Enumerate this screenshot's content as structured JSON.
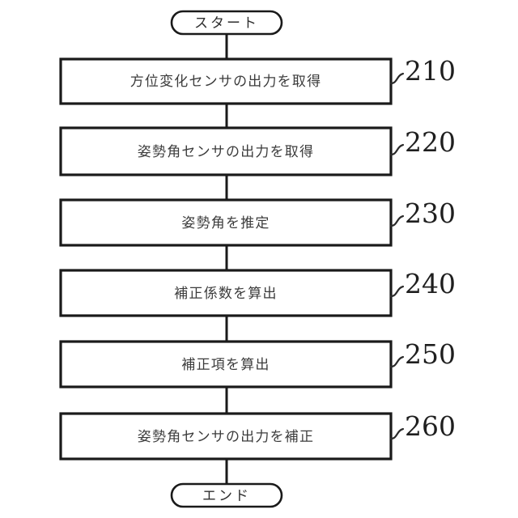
{
  "figure": {
    "type": "flowchart",
    "orientation": "vertical",
    "background_color": "#ffffff",
    "line_color": "#1a1a1a",
    "text_color": "#3c3c3c",
    "reference_number_color": "#1f1f1f"
  },
  "start_node": {
    "label": "スタート",
    "shape": "stadium"
  },
  "end_node": {
    "label": "エンド",
    "shape": "stadium"
  },
  "steps": [
    {
      "label": "方位変化センサの出力を取得",
      "ref": "210",
      "shape": "rectangle"
    },
    {
      "label": "姿勢角センサの出力を取得",
      "ref": "220",
      "shape": "rectangle"
    },
    {
      "label": "姿勢角を推定",
      "ref": "230",
      "shape": "rectangle"
    },
    {
      "label": "補正係数を算出",
      "ref": "240",
      "shape": "rectangle"
    },
    {
      "label": "補正項を算出",
      "ref": "250",
      "shape": "rectangle"
    },
    {
      "label": "姿勢角センサの出力を補正",
      "ref": "260",
      "shape": "rectangle"
    }
  ]
}
